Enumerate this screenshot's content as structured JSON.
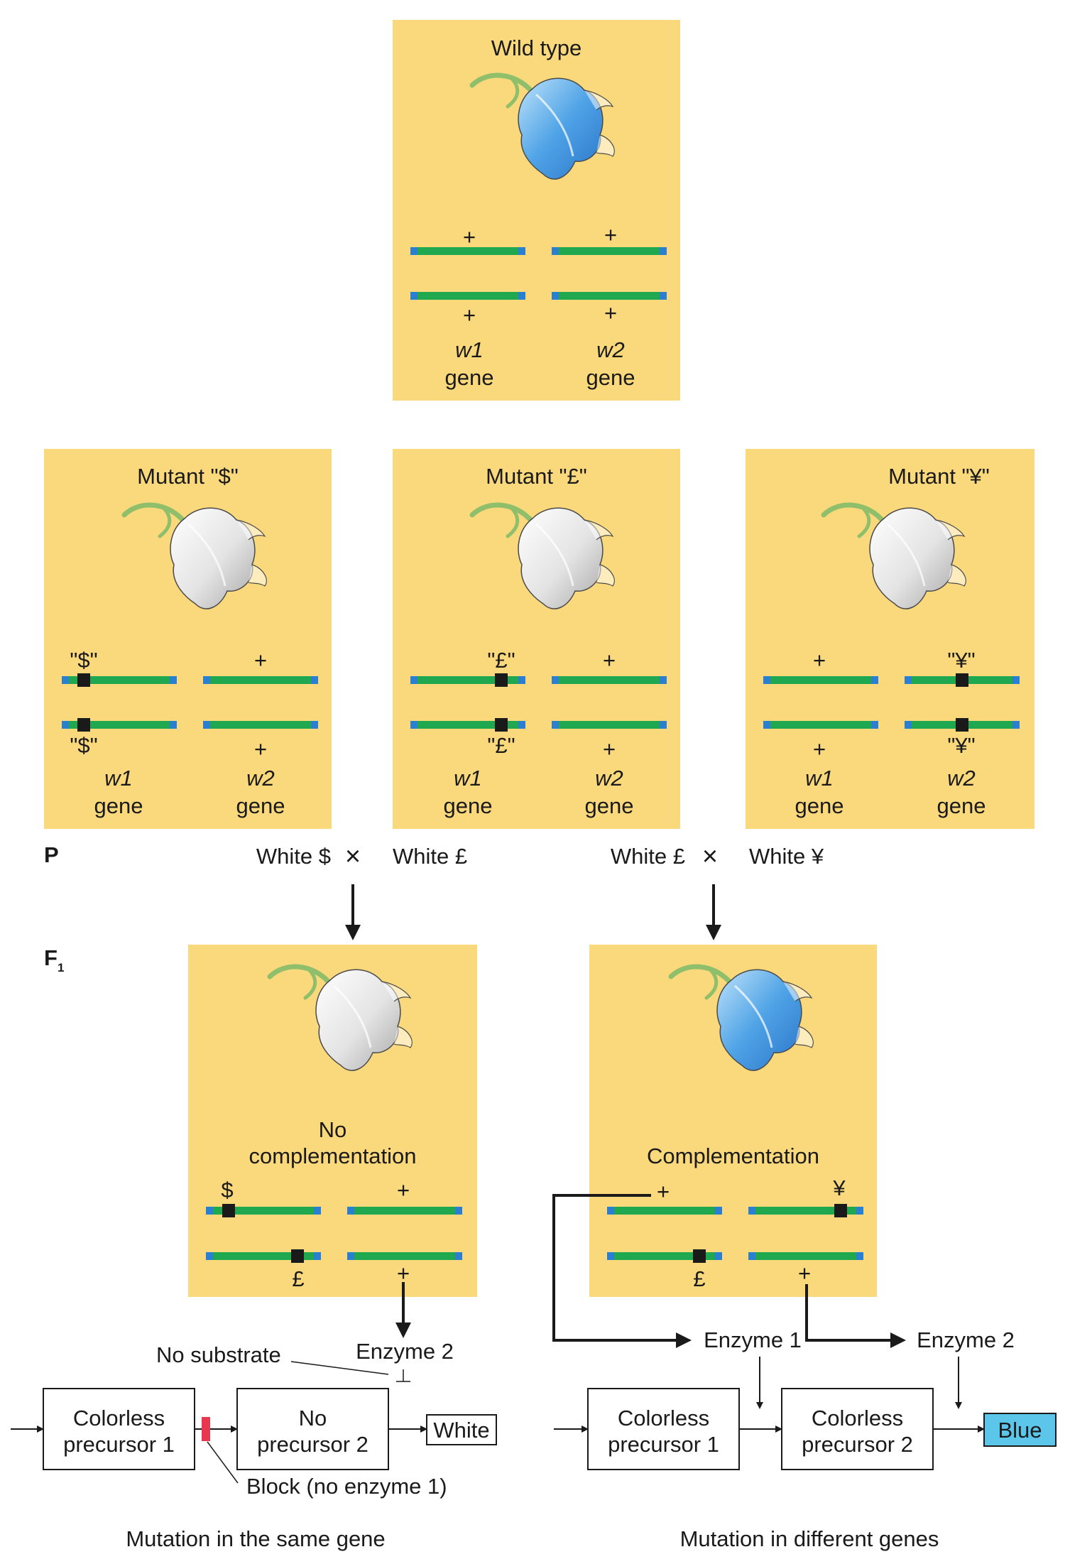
{
  "wild_type": {
    "title": "Wild type",
    "w1_top": "+",
    "w2_top": "+",
    "w1_bottom": "+",
    "w2_bottom": "+",
    "w1_name": "w1",
    "w2_name": "w2",
    "gene_word": "gene",
    "flower_color": "blue"
  },
  "mutant_dollar": {
    "title": "Mutant \"$\"",
    "w1_top": "\"$\"",
    "w2_top": "+",
    "w1_bottom": "\"$\"",
    "w2_bottom": "+",
    "w1_name": "w1",
    "w2_name": "w2",
    "gene_word": "gene",
    "flower_color": "white"
  },
  "mutant_pound": {
    "title": "Mutant \"£\"",
    "w1_top": "\"£\"",
    "w2_top": "+",
    "w1_bottom": "\"£\"",
    "w2_bottom": "+",
    "w1_name": "w1",
    "w2_name": "w2",
    "gene_word": "gene",
    "flower_color": "white"
  },
  "mutant_yen": {
    "title": "Mutant \"¥\"",
    "w1_top": "+",
    "w2_top": "\"¥\"",
    "w1_bottom": "+",
    "w2_bottom": "\"¥\"",
    "w1_name": "w1",
    "w2_name": "w2",
    "gene_word": "gene",
    "flower_color": "white"
  },
  "generation": {
    "p": "P",
    "f1_base": "F",
    "f1_sub": "1"
  },
  "cross_left": {
    "a": "White $",
    "b": "White £",
    "symbol": "×"
  },
  "cross_right": {
    "a": "White £",
    "b": "White ¥",
    "symbol": "×"
  },
  "f1_left": {
    "label_line1": "No",
    "label_line2": "complementation",
    "w1_top": "$",
    "w2_top": "+",
    "w1_bottom": "£",
    "w2_bottom": "+",
    "flower_color": "white"
  },
  "f1_right": {
    "label": "Complementation",
    "w1_top": "+",
    "w2_top": "¥",
    "w1_bottom": "£",
    "w2_bottom": "+",
    "flower_color": "blue"
  },
  "pathway_left": {
    "box1_line1": "Colorless",
    "box1_line2": "precursor 1",
    "box2_line1": "No",
    "box2_line2": "precursor 2",
    "result": "White",
    "enzyme2": "Enzyme 2",
    "no_substrate": "No substrate",
    "block": "Block (no enzyme 1)",
    "caption": "Mutation in the same gene"
  },
  "pathway_right": {
    "enzyme1": "Enzyme 1",
    "enzyme2": "Enzyme 2",
    "box1_line1": "Colorless",
    "box1_line2": "precursor 1",
    "box2_line1": "Colorless",
    "box2_line2": "precursor 2",
    "result": "Blue",
    "caption": "Mutation in different genes"
  },
  "colors": {
    "panel": "#fad87c",
    "chromosome": "#1fa84f",
    "chromosome_end": "#2b7fd0",
    "mutation": "#1a1a1a",
    "block": "#e8384f",
    "blue_result": "#5cc6ea"
  }
}
